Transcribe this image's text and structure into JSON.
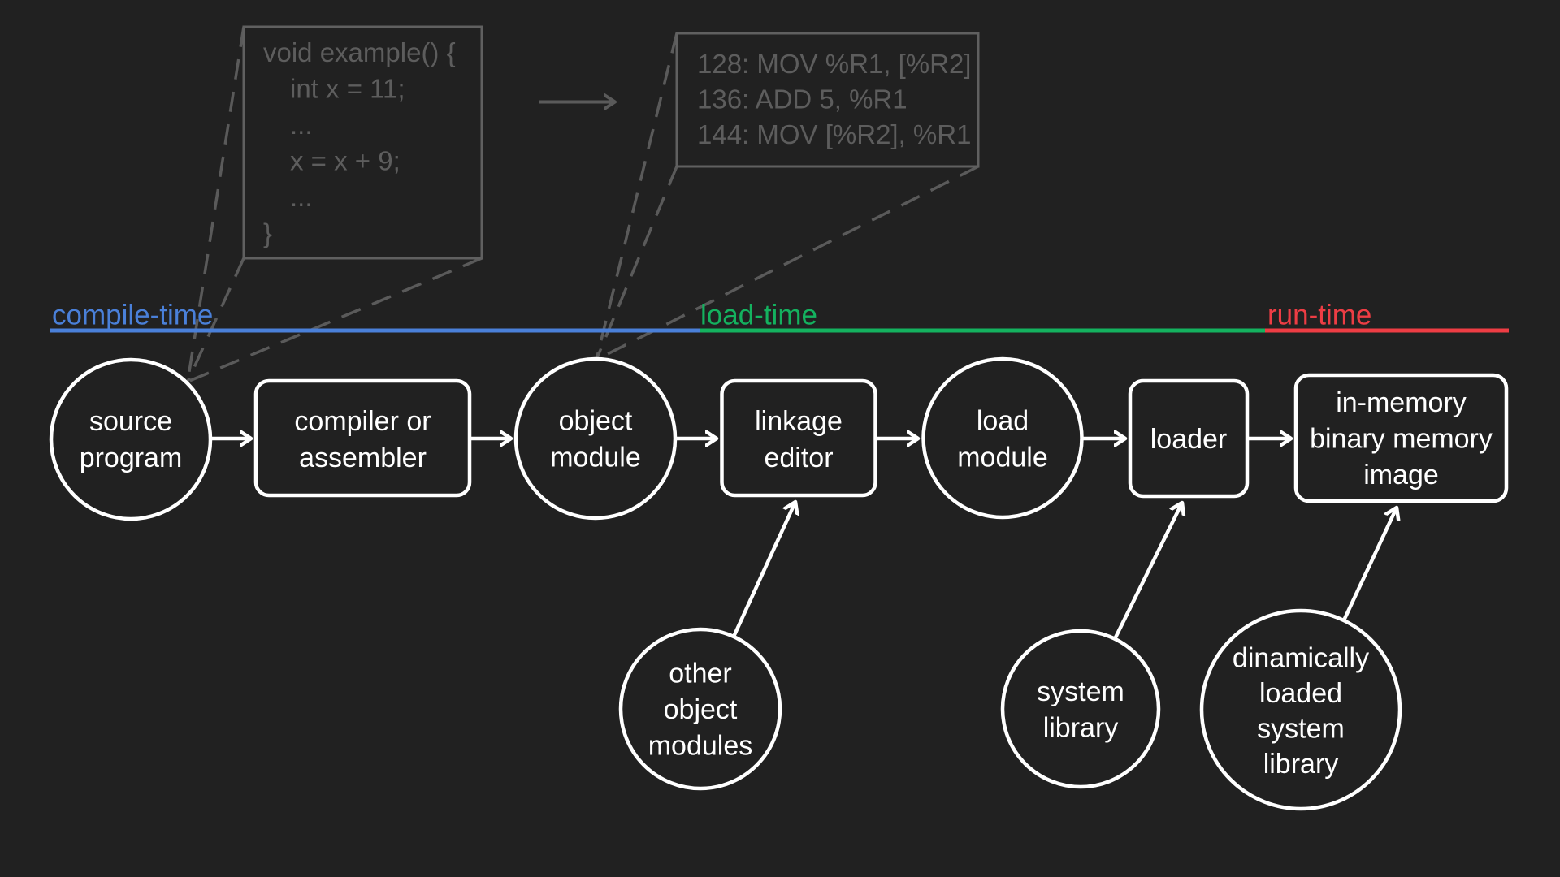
{
  "title": "multistep processing of a user program diagram",
  "colors": {
    "background": "#212121",
    "shape_stroke": "#ffffff",
    "node_text": "#ffffff",
    "gray": "#5a5a5a",
    "compile_time": "#4a80d9",
    "load_time": "#14b25f",
    "run_time": "#ee3d44"
  },
  "code_box_source": {
    "lines": [
      "void example() {",
      "int x = 11;",
      "...",
      "x = x + 9;",
      "...",
      "}"
    ]
  },
  "code_box_object": {
    "lines": [
      "128: MOV %R1, [%R2]",
      "136: ADD 5, %R1",
      "144: MOV [%R2], %R1"
    ]
  },
  "timeline": {
    "compile": {
      "label": "compile-time",
      "color": "#4a80d9"
    },
    "load": {
      "label": "load-time",
      "color": "#14b25f"
    },
    "run": {
      "label": "run-time",
      "color": "#ee3d44"
    }
  },
  "nodes": {
    "source_program": {
      "lines": [
        "source",
        "program"
      ]
    },
    "compiler_or_assembler": {
      "lines": [
        "compiler or",
        "assembler"
      ]
    },
    "object_module": {
      "lines": [
        "object",
        "module"
      ]
    },
    "linkage_editor": {
      "lines": [
        "linkage",
        "editor"
      ]
    },
    "load_module": {
      "lines": [
        "load",
        "module"
      ]
    },
    "loader": {
      "lines": [
        "loader"
      ]
    },
    "in_memory_image": {
      "lines": [
        "in-memory",
        "binary memory",
        "image"
      ]
    },
    "other_object_modules": {
      "lines": [
        "other",
        "object",
        "modules"
      ]
    },
    "system_library": {
      "lines": [
        "system",
        "library"
      ]
    },
    "dynamically_loaded_system_library": {
      "lines": [
        "dinamically",
        "loaded",
        "system",
        "library"
      ]
    }
  }
}
